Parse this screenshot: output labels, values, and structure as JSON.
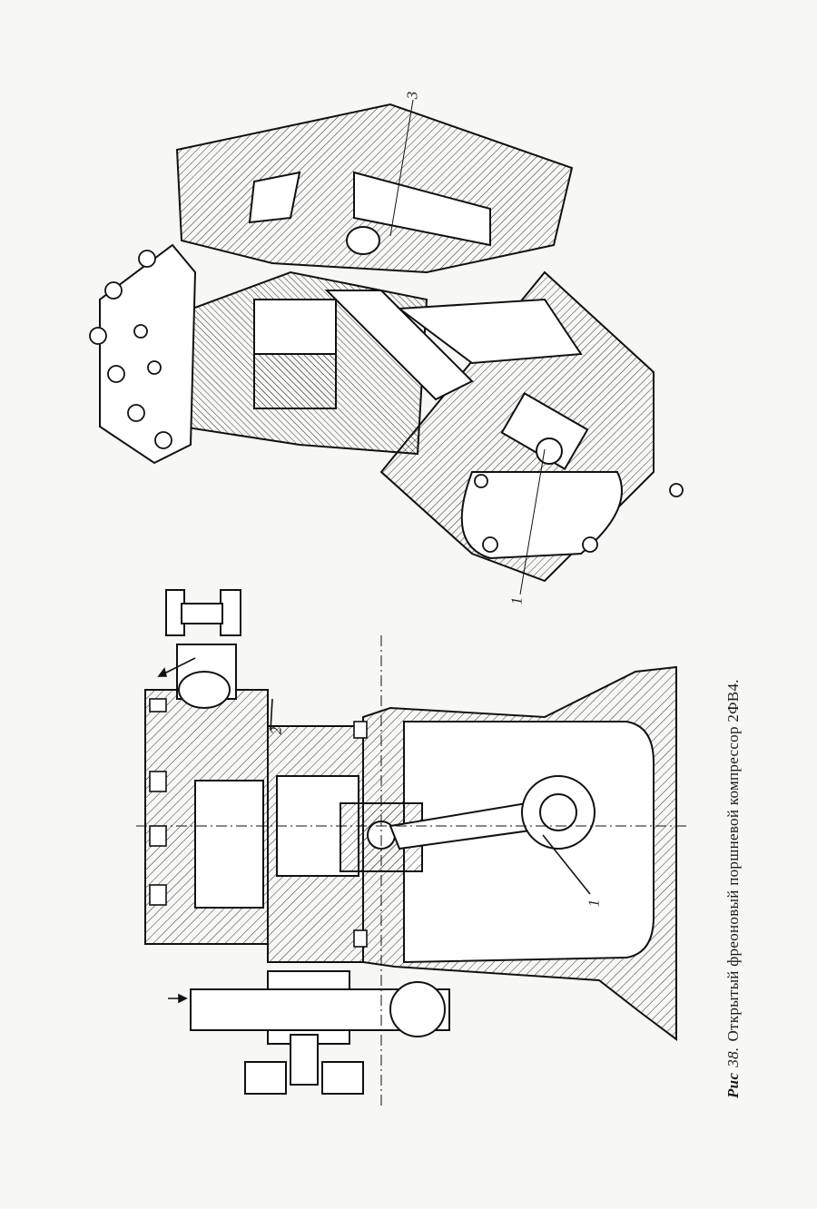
{
  "caption": {
    "label": "Рис",
    "number": "38.",
    "text": "Открытый фреоновый поршневой компрессор 2ФВ4."
  },
  "callouts": {
    "c1_top": "1",
    "c3_top": "3",
    "c1_bottom": "1",
    "c2_bottom": "2"
  }
}
